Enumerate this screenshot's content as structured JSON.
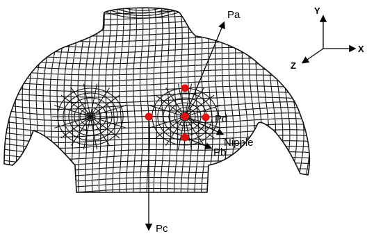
{
  "labels": {
    "pa": "Pa",
    "pb": "Pb",
    "pc": "Pc",
    "pd": "Pd",
    "nipple": "Nipple"
  },
  "axes": {
    "x": "X",
    "y": "Y",
    "z": "Z"
  },
  "colors": {
    "marker": "#e01010",
    "mesh": "#111111",
    "background": "#ffffff"
  }
}
